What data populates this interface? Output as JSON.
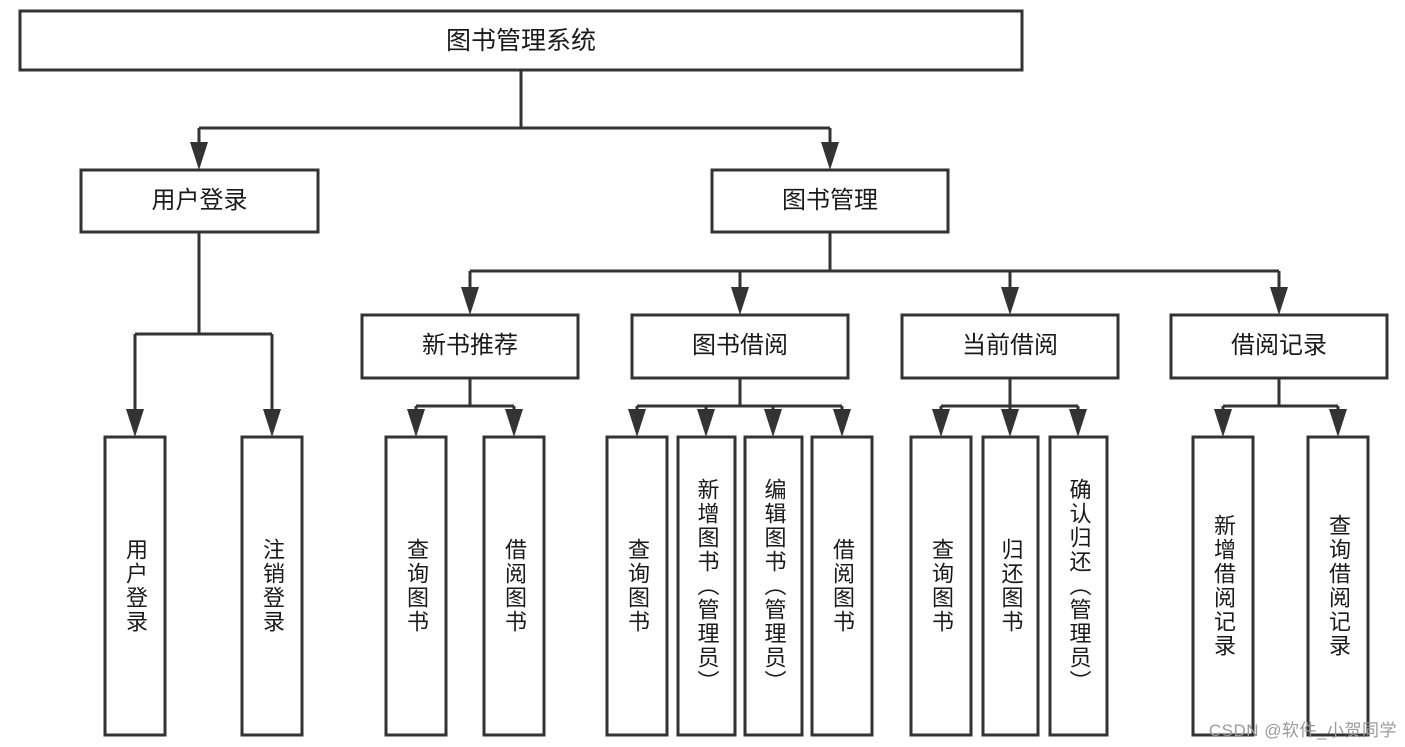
{
  "diagram": {
    "type": "tree-hierarchy",
    "title": "图书管理系统",
    "watermark": "CSDN @软件_小贺同学",
    "colors": {
      "stroke": "#333333",
      "fill": "#ffffff",
      "text": "#1a1a1a",
      "watermark": "#9a9a9a",
      "background": "#ffffff"
    },
    "levels": [
      {
        "level": 1,
        "nodes": [
          {
            "id": "root",
            "label": "图书管理系统",
            "orientation": "horizontal"
          }
        ]
      },
      {
        "level": 2,
        "nodes": [
          {
            "id": "user-login",
            "label": "用户登录",
            "orientation": "horizontal",
            "parent": "root"
          },
          {
            "id": "book-manage",
            "label": "图书管理",
            "orientation": "horizontal",
            "parent": "root"
          }
        ]
      },
      {
        "level": 3,
        "nodes": [
          {
            "id": "new-book-rec",
            "label": "新书推荐",
            "orientation": "horizontal",
            "parent": "book-manage"
          },
          {
            "id": "book-borrow",
            "label": "图书借阅",
            "orientation": "horizontal",
            "parent": "book-manage"
          },
          {
            "id": "current-borrow",
            "label": "当前借阅",
            "orientation": "horizontal",
            "parent": "book-manage"
          },
          {
            "id": "borrow-record",
            "label": "借阅记录",
            "orientation": "horizontal",
            "parent": "book-manage"
          }
        ]
      },
      {
        "level": 4,
        "nodes": [
          {
            "id": "leaf-user-login",
            "label": "用户登录",
            "orientation": "vertical",
            "parent": "user-login"
          },
          {
            "id": "leaf-logout",
            "label": "注销登录",
            "orientation": "vertical",
            "parent": "user-login"
          },
          {
            "id": "leaf-query-book-1",
            "label": "查询图书",
            "orientation": "vertical",
            "parent": "new-book-rec"
          },
          {
            "id": "leaf-borrow-book-1",
            "label": "借阅图书",
            "orientation": "vertical",
            "parent": "new-book-rec"
          },
          {
            "id": "leaf-query-book-2",
            "label": "查询图书",
            "orientation": "vertical",
            "parent": "book-borrow"
          },
          {
            "id": "leaf-add-book",
            "label": "新增图书（管理员）",
            "orientation": "vertical",
            "parent": "book-borrow"
          },
          {
            "id": "leaf-edit-book",
            "label": "编辑图书（管理员）",
            "orientation": "vertical",
            "parent": "book-borrow"
          },
          {
            "id": "leaf-borrow-book-2",
            "label": "借阅图书",
            "orientation": "vertical",
            "parent": "book-borrow"
          },
          {
            "id": "leaf-query-book-3",
            "label": "查询图书",
            "orientation": "vertical",
            "parent": "current-borrow"
          },
          {
            "id": "leaf-return-book",
            "label": "归还图书",
            "orientation": "vertical",
            "parent": "current-borrow"
          },
          {
            "id": "leaf-confirm-return",
            "label": "确认归还（管理员）",
            "orientation": "vertical",
            "parent": "current-borrow"
          },
          {
            "id": "leaf-add-record",
            "label": "新增借阅记录",
            "orientation": "vertical",
            "parent": "borrow-record"
          },
          {
            "id": "leaf-query-record",
            "label": "查询借阅记录",
            "orientation": "vertical",
            "parent": "borrow-record"
          }
        ]
      }
    ]
  }
}
